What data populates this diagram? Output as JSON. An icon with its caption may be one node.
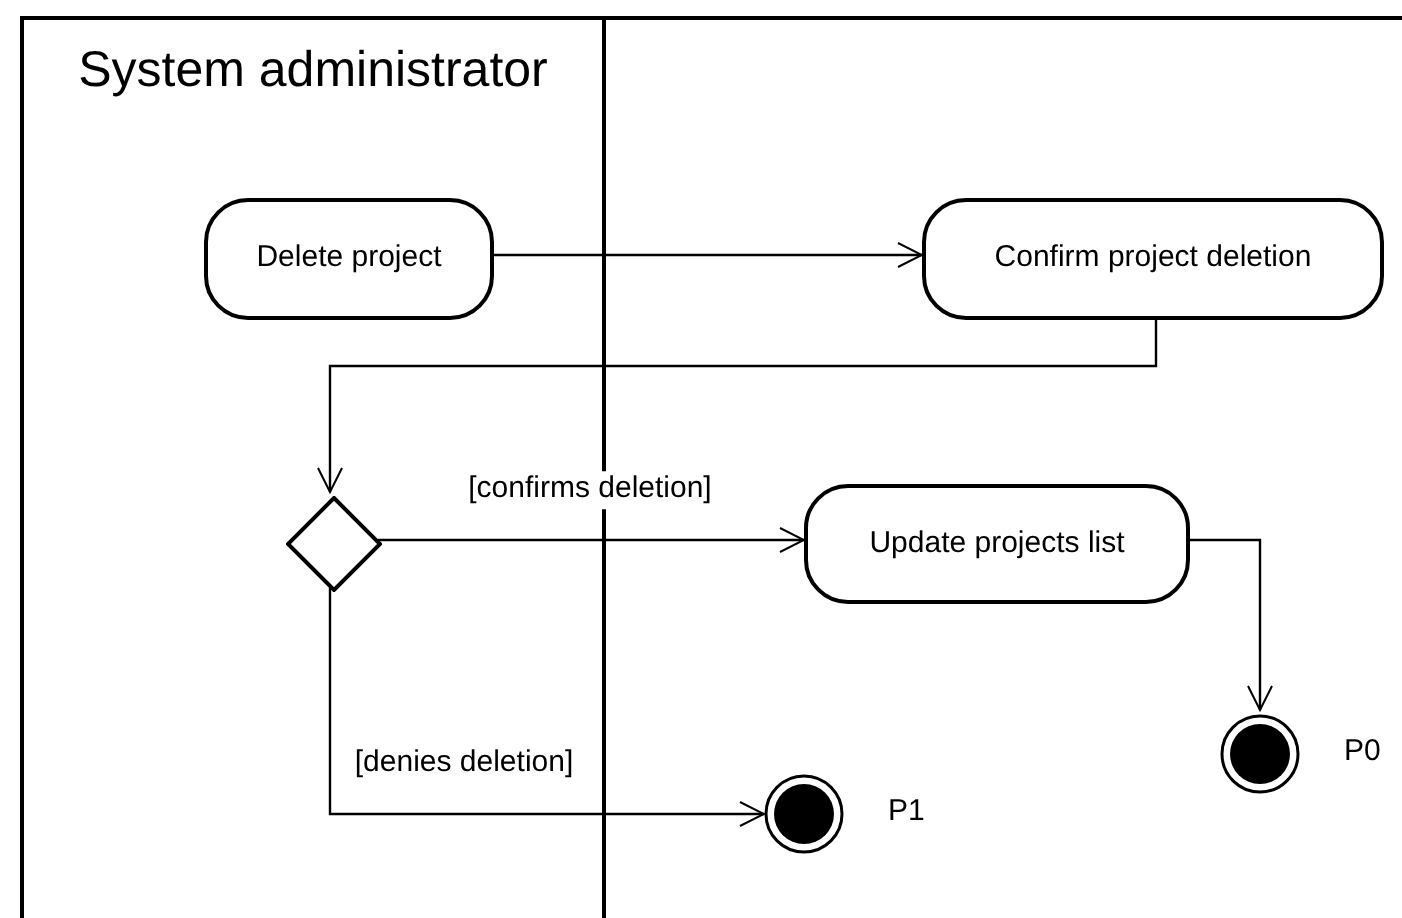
{
  "diagram": {
    "nodes": [
      {
        "text": [
          "System administrator"
        ]
      },
      {
        "text": [],
        "shape": "box"
      },
      {
        "text": [
          "Delete project"
        ],
        "in": 0
      },
      {
        "text": [
          "Confirm project deletion"
        ],
        "in": 1
      },
      {
        "text": [],
        "shape": "diamond",
        "in": 0
      },
      {
        "text": [
          "Update projects list"
        ],
        "in": 1
      },
      {
        "text": [],
        "shape": "circle",
        "in": 1,
        "beside": [
          "P1"
        ]
      },
      {
        "text": [],
        "shape": "circle",
        "in": 1,
        "beside": [
          "P0"
        ]
      }
    ],
    "edges": [
      {
        "from": 2,
        "to": 3,
        "arrow": "to"
      },
      {
        "from": 3,
        "to": 4,
        "arrow": "to"
      },
      {
        "from": 4,
        "to": 5,
        "arrow": "to",
        "label": "[confirms deletion]"
      },
      {
        "from": 4,
        "to": 6,
        "arrow": "to",
        "label": "[denies deletion]"
      },
      {
        "from": 5,
        "to": 7,
        "arrow": "to"
      }
    ]
  }
}
